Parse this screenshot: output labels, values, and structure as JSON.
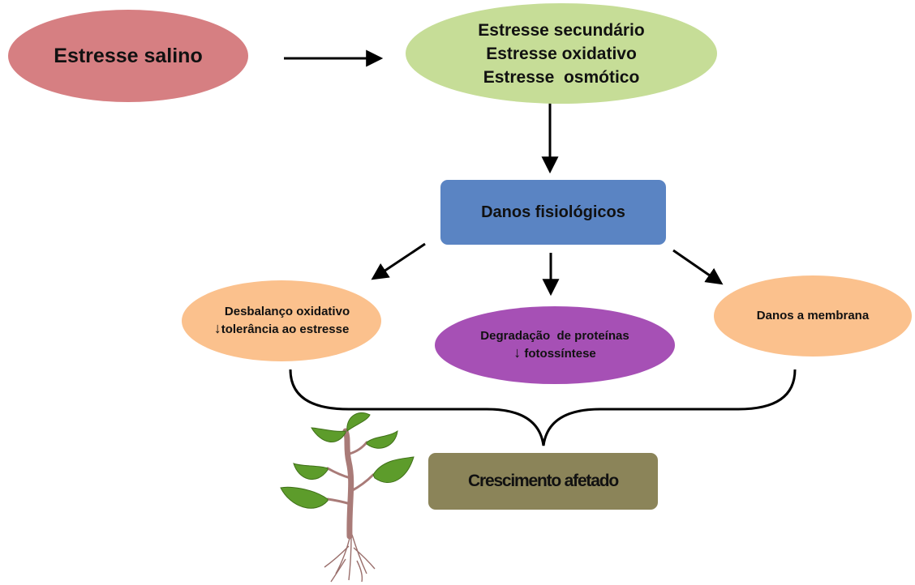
{
  "diagram": {
    "salt_stress": "Estresse salino",
    "secondary_stress": {
      "lines": [
        "Estresse secundário",
        "Estresse oxidativo",
        "Estresse  osmótico"
      ]
    },
    "physiological_damage": "Danos fisiológicos",
    "oxidative_imbalance": {
      "line1": "Desbalanço oxidativo",
      "arrow_symbol": "↓",
      "line2": "tolerância ao estresse"
    },
    "protein_degradation": {
      "line1": "Degradação  de proteínas",
      "arrow_symbol": "↓",
      "line2": " fotossíntese"
    },
    "membrane_damage": "Danos a membrana",
    "affected_growth": "Crescimento afetado",
    "colors": {
      "salt_stress": "#d67f82",
      "secondary_stress": "#c6dd97",
      "physiological_damage": "#5a84c3",
      "oxidative_imbalance": "#fbc18d",
      "protein_degradation": "#a650b5",
      "membrane_damage": "#fbc18d",
      "affected_growth": "#8b8459",
      "plant_leaf": "#5d9c2b",
      "plant_stem": "#a97b78"
    },
    "icons": [
      "arrow-icon",
      "curly-brace-icon",
      "plant-seedling-icon"
    ]
  }
}
